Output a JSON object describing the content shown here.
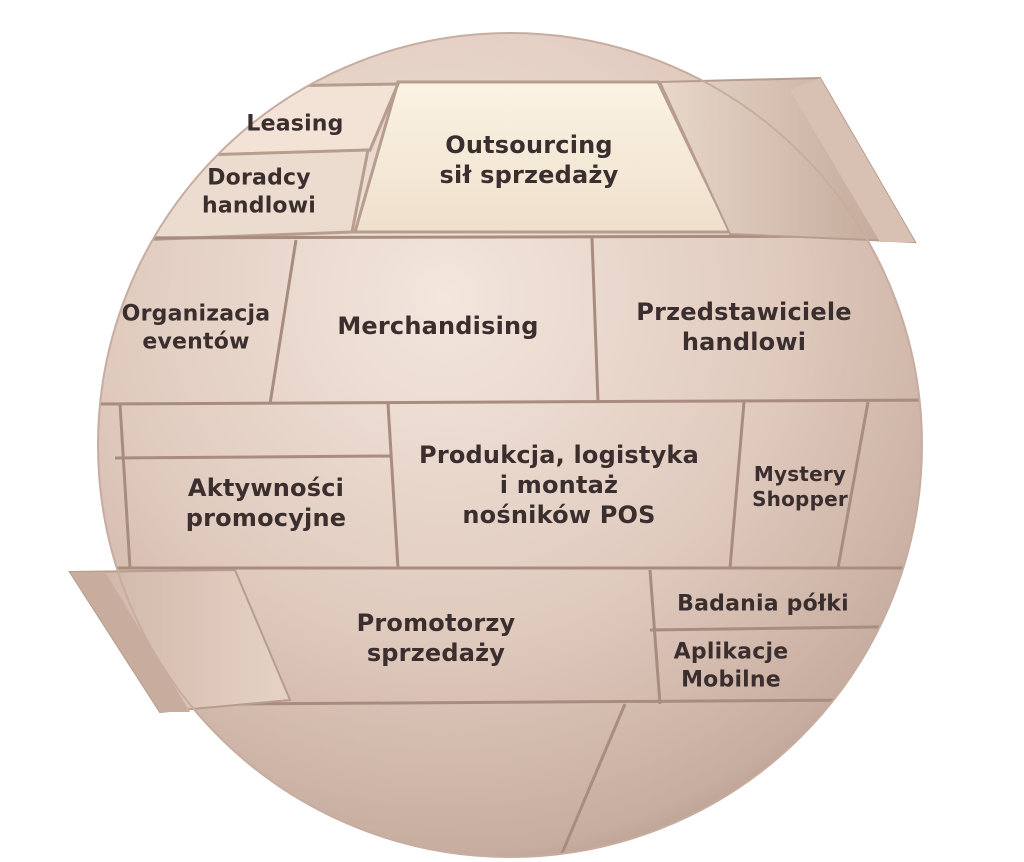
{
  "segments": {
    "leasing": [
      "Leasing"
    ],
    "doradcy": [
      "Doradcy",
      "handlowi"
    ],
    "outsourcing": [
      "Outsourcing",
      "sił sprzedaży"
    ],
    "organizacja": [
      "Organizacja",
      "eventów"
    ],
    "merchandising": [
      "Merchandising"
    ],
    "przedstawiciele": [
      "Przedstawiciele",
      "handlowi"
    ],
    "aktywnosci": [
      "Aktywności",
      "promocyjne"
    ],
    "produkcja": [
      "Produkcja, logistyka",
      "i montaż",
      "nośników POS"
    ],
    "mystery": [
      "Mystery",
      "Shopper"
    ],
    "promotorzy": [
      "Promotorzy",
      "sprzedaży"
    ],
    "badania": [
      "Badania półki"
    ],
    "aplikacje": [
      "Aplikacje",
      "Mobilne"
    ]
  },
  "colors": {
    "sphere_light": "#efe1d8",
    "sphere_mid": "#dcc5b8",
    "sphere_dark": "#b99f92",
    "highlight_tile": "#f7ecd9",
    "seam": "#9e8478",
    "text": "#3a2e2e"
  }
}
